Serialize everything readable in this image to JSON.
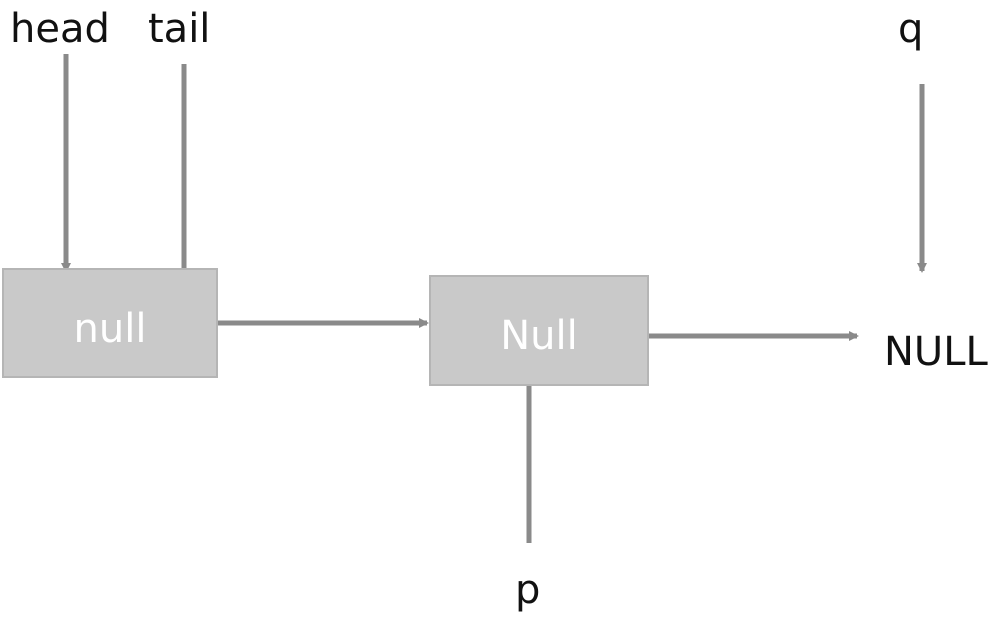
{
  "pointers": {
    "head": "head",
    "tail": "tail",
    "q": "q",
    "p": "p"
  },
  "nodes": {
    "first": "null",
    "second": "Null"
  },
  "terminal": "NULL",
  "colors": {
    "node_fill": "#c9c9c9",
    "arrow": "#8a8a8a",
    "node_text": "#ffffff",
    "label_text": "#111111"
  }
}
